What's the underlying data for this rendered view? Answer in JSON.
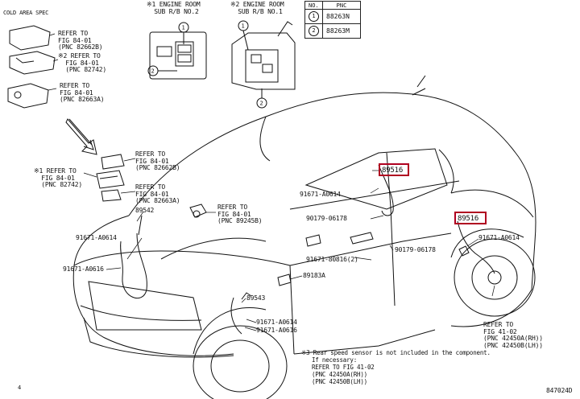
{
  "header": {
    "cold_area_spec": "COLD AREA SPEC",
    "engine_room_2": "※1 ENGINE ROOM\n  SUB R/B NO.2",
    "engine_room_1": "※2 ENGINE ROOM\n  SUB R/B NO.1"
  },
  "table": {
    "col_no": "NO.",
    "col_pnc": "PNC",
    "rows": [
      {
        "no": "1",
        "pnc": "88263N"
      },
      {
        "no": "2",
        "pnc": "88263M"
      }
    ]
  },
  "labels": {
    "ref1": "REFER TO\nFIG 84-01\n(PNC 82662B)",
    "ref2": "※2 REFER TO\n  FIG 84-01\n  (PNC 82742)",
    "ref3": "REFER TO\nFIG 84-01\n(PNC 82663A)",
    "ref4": "REFER TO\nFIG 84-01\n(PNC 82662B)",
    "ref5": "※1 REFER TO\n  FIG 84-01\n  (PNC 82742)",
    "ref6": "REFER TO\nFIG 84-01\n(PNC 82663A)",
    "ref7": "REFER TO\nFIG 84-01\n(PNC 89245B)",
    "p89542": "89542",
    "p91671_a0614_left": "91671-A0614",
    "p91671_a0616_left": "91671-A0616",
    "p89516_top": "89516",
    "p91671_a0614_mid": "91671-A0614",
    "p90179_06178_a": "90179-06178",
    "p89516_right": "89516",
    "p91671_a0614_right": "91671-A0614",
    "p91671_80816": "91671-80816(2)",
    "p90179_06178_b": "90179-06178",
    "p89183a": "89183A",
    "p89543": "89543",
    "p91671_a0614_low": "91671-A0614",
    "p91671_a0616_low": "91671-A0616",
    "ref_fig41": "REFER TO\nFIG 41-02\n(PNC 42450A(RH))\n(PNC 42450B(LH))",
    "note": "※3 Rear speed sensor is not included in the component.\n   If necessary:\n   REFER TO FIG 41-02\n   (PNC 42450A(RH))\n   (PNC 42450B(LH))",
    "corner_left": "4",
    "diagram_code": "847024D"
  }
}
